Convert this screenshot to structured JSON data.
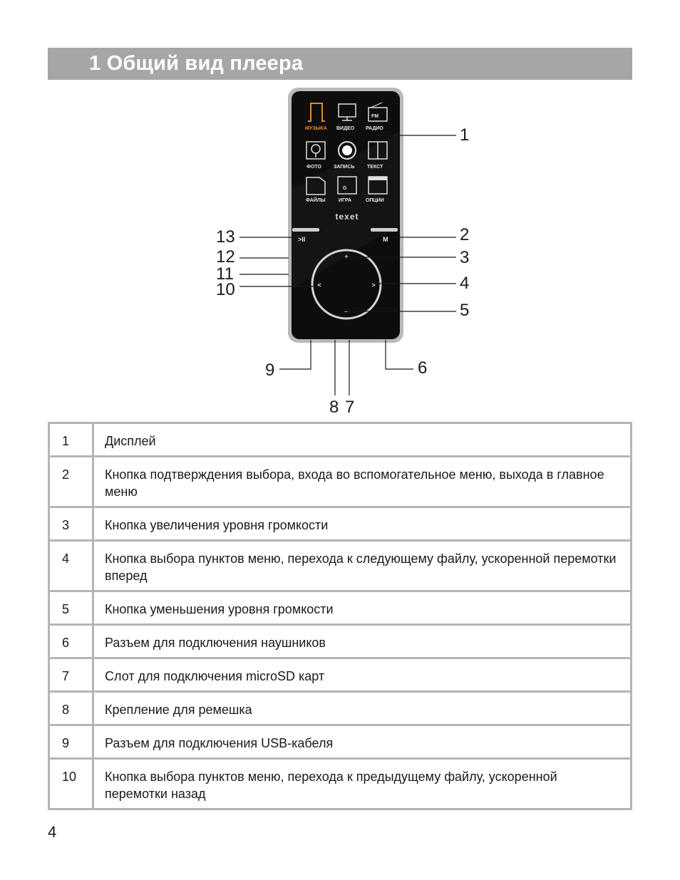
{
  "section_title": "1 Общий вид плеера",
  "device": {
    "logo": "texet",
    "menu_items": [
      {
        "label": "МУЗЫКА",
        "icon": "music-note-icon",
        "highlight": true
      },
      {
        "label": "ВИДЕО",
        "icon": "monitor-icon",
        "highlight": false
      },
      {
        "label": "РАДИО",
        "icon": "fm-radio-icon",
        "highlight": false
      },
      {
        "label": "ФОТО",
        "icon": "photo-icon",
        "highlight": false
      },
      {
        "label": "ЗАПИСЬ",
        "icon": "record-icon",
        "highlight": false
      },
      {
        "label": "ТЕКСТ",
        "icon": "book-icon",
        "highlight": false
      },
      {
        "label": "ФАЙЛЫ",
        "icon": "folder-icon",
        "highlight": false
      },
      {
        "label": "ИГРА",
        "icon": "game-icon",
        "highlight": false
      },
      {
        "label": "ОПЦИИ",
        "icon": "options-icon",
        "highlight": false
      }
    ],
    "left_button_label": ">II",
    "right_button_label": "M",
    "plus_symbol": "+",
    "minus_symbol": "–",
    "left_arrow": "<",
    "right_arrow": ">",
    "accent_color": "#e08a2a",
    "body_color": "#0d0d0d",
    "frame_color": "#b9b9b9"
  },
  "callouts": [
    "1",
    "2",
    "3",
    "4",
    "5",
    "6",
    "7",
    "8",
    "9",
    "10",
    "11",
    "12",
    "13"
  ],
  "parts_table": [
    {
      "num": "1",
      "desc": "Дисплей"
    },
    {
      "num": "2",
      "desc": "Кнопка подтверждения выбора, входа во вспомогательное меню, выхода в главное меню"
    },
    {
      "num": "3",
      "desc": "Кнопка увеличения уровня громкости"
    },
    {
      "num": "4",
      "desc": "Кнопка выбора пунктов меню, перехода к следующему файлу, ускоренной перемотки вперед"
    },
    {
      "num": "5",
      "desc": "Кнопка уменьшения уровня громкости"
    },
    {
      "num": "6",
      "desc": "Разъем для подключения наушников"
    },
    {
      "num": "7",
      "desc": "Слот для подключения microSD карт"
    },
    {
      "num": "8",
      "desc": "Крепление для ремешка"
    },
    {
      "num": "9",
      "desc": "Разъем для подключения USB-кабеля"
    },
    {
      "num": "10",
      "desc": "Кнопка выбора пунктов меню, перехода к предыдущему файлу, ускоренной перемотки назад"
    }
  ],
  "page_number": "4"
}
